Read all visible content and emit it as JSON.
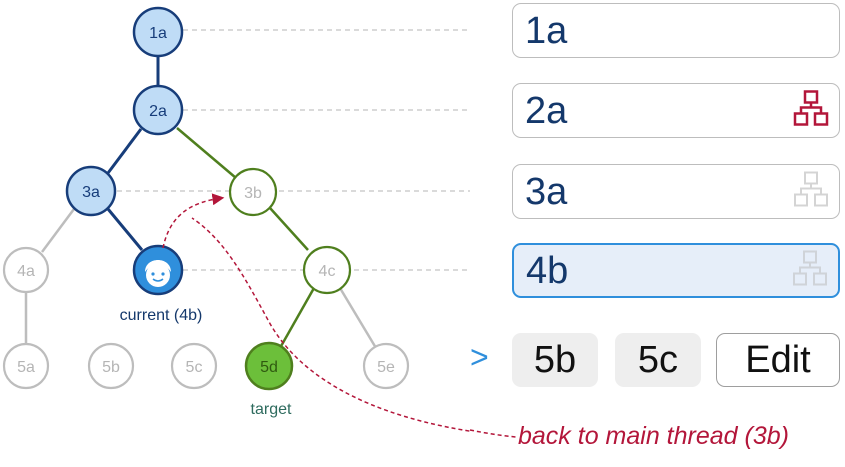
{
  "tree": {
    "nodes": {
      "1a": "1a",
      "2a": "2a",
      "3a": "3a",
      "3b": "3b",
      "4a": "4a",
      "4c": "4c",
      "5a": "5a",
      "5b": "5b",
      "5c": "5c",
      "5d": "5d",
      "5e": "5e"
    },
    "current_label": "current (4b)",
    "target_label": "target"
  },
  "thread": [
    {
      "label": "1a"
    },
    {
      "label": "2a"
    },
    {
      "label": "3a"
    },
    {
      "label": "4b"
    }
  ],
  "options": {
    "chevron": ">",
    "items": [
      "5b",
      "5c"
    ],
    "edit_label": "Edit"
  },
  "annotation": "back to main thread (3b)",
  "colors": {
    "path_blue": "#173d7a",
    "node_blue_fill": "#bfdcf6",
    "target_green": "#4f7f1e",
    "target_fill": "#6cbf3a",
    "inactive_grey": "#bdbdbd",
    "accent_blue": "#2f8fdc",
    "annotation_red": "#b3163a"
  }
}
